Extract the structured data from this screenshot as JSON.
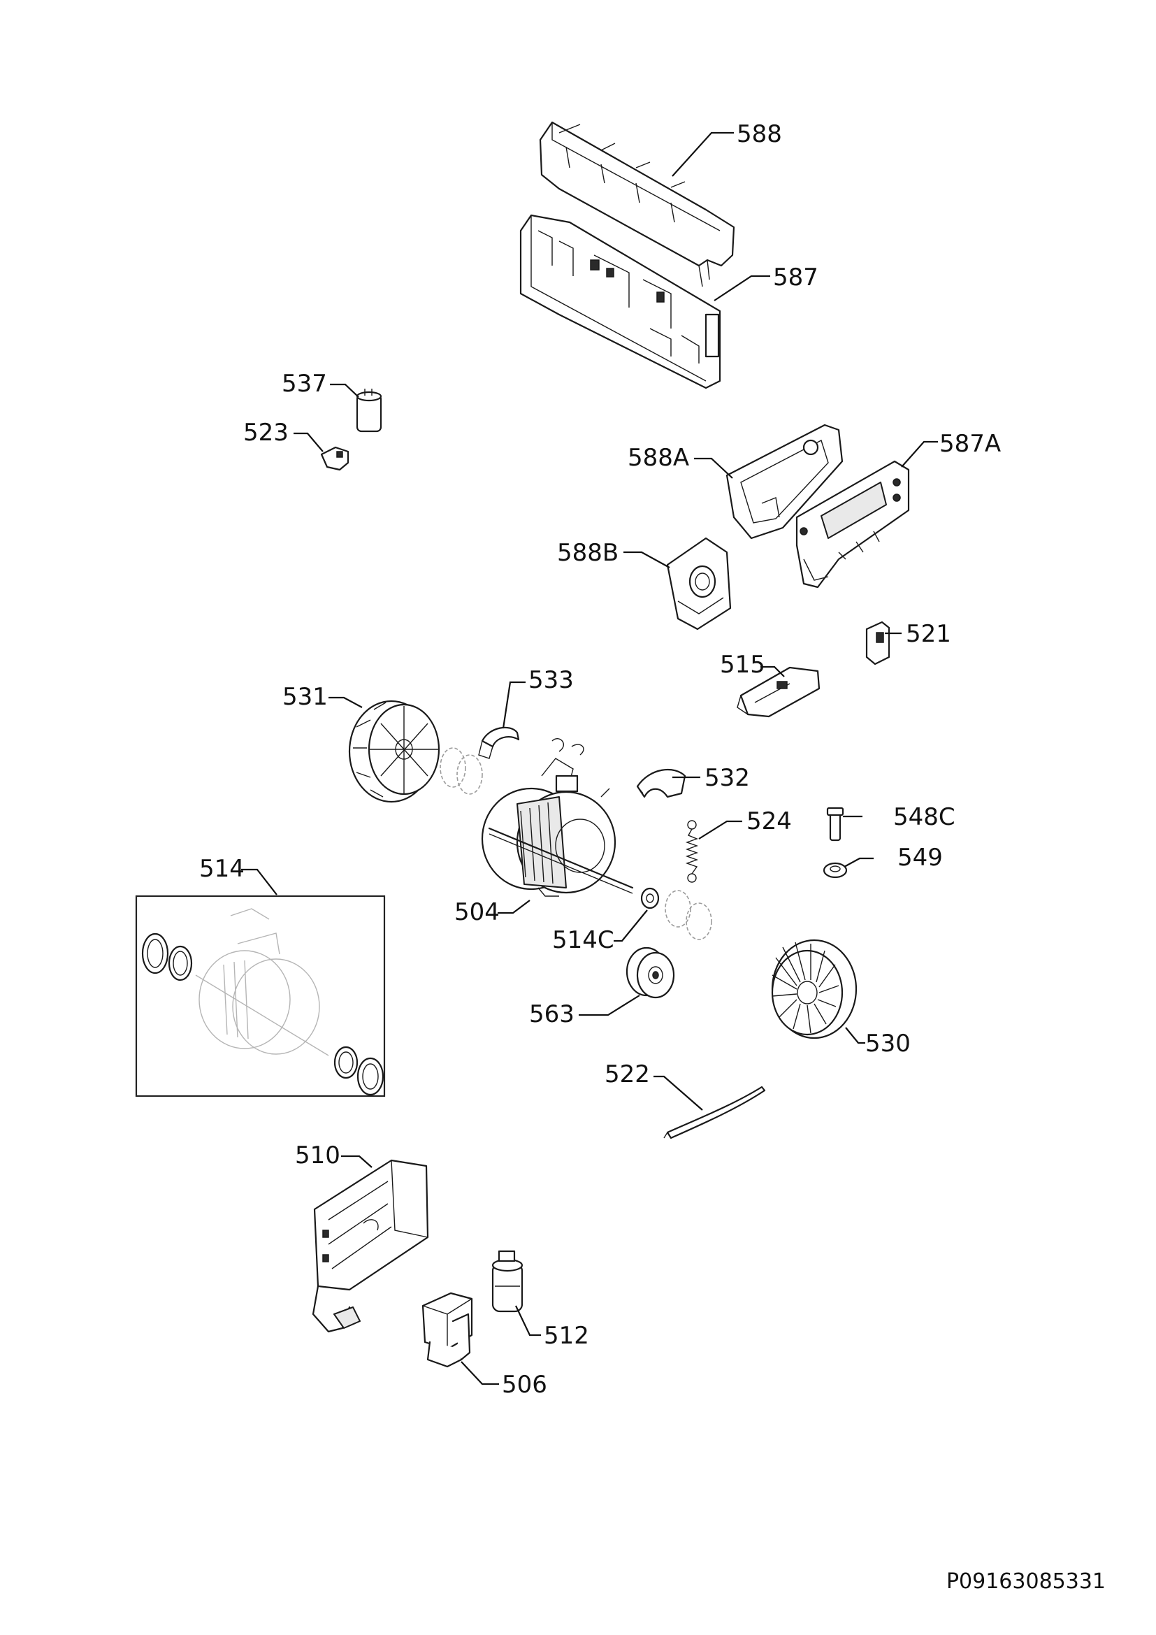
{
  "drawing_code": "P09163085331",
  "labels": {
    "p588": "588",
    "p587": "587",
    "p537": "537",
    "p523": "523",
    "p588A": "588A",
    "p587A": "587A",
    "p588B": "588B",
    "p521": "521",
    "p515": "515",
    "p533": "533",
    "p531": "531",
    "p532": "532",
    "p524": "524",
    "p548C": "548C",
    "p549": "549",
    "p514": "514",
    "p504": "504",
    "p514C": "514C",
    "p563": "563",
    "p530": "530",
    "p522": "522",
    "p510": "510",
    "p512": "512",
    "p506": "506"
  }
}
